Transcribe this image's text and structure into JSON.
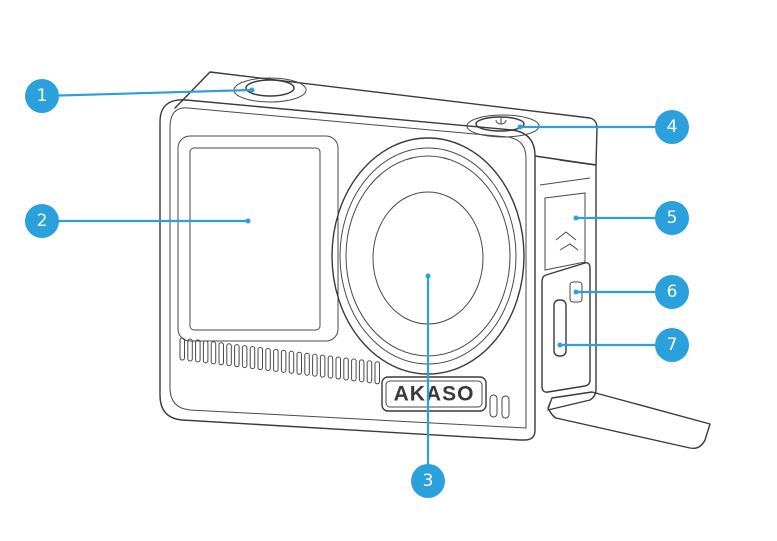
{
  "camera": {
    "brand_label": "AKASO"
  },
  "callouts": [
    {
      "number": "1",
      "target": "shutter-button"
    },
    {
      "number": "2",
      "target": "front-screen"
    },
    {
      "number": "3",
      "target": "lens"
    },
    {
      "number": "4",
      "target": "power-button"
    },
    {
      "number": "5",
      "target": "microphone"
    },
    {
      "number": "6",
      "target": "battery-door-latch"
    },
    {
      "number": "7",
      "target": "usb-port"
    }
  ],
  "colors": {
    "accent": "#2aa0dc",
    "line": "#3a3a3a",
    "background": "#ffffff"
  }
}
